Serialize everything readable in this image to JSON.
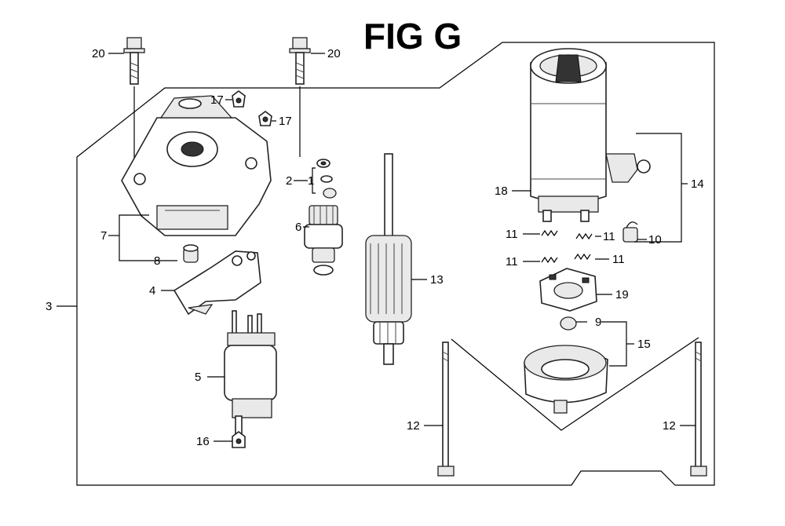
{
  "title": "FIG G",
  "callouts": {
    "c1": "1",
    "c2": "2",
    "c3": "3",
    "c4": "4",
    "c5": "5",
    "c6": "6",
    "c7": "7",
    "c8": "8",
    "c9": "9",
    "c10": "10",
    "c11a": "11",
    "c11b": "11",
    "c11c": "11",
    "c11d": "11",
    "c12a": "12",
    "c12b": "12",
    "c13": "13",
    "c14": "14",
    "c15": "15",
    "c16": "16",
    "c17a": "17",
    "c17b": "17",
    "c18": "18",
    "c19": "19",
    "c20a": "20",
    "c20b": "20"
  }
}
